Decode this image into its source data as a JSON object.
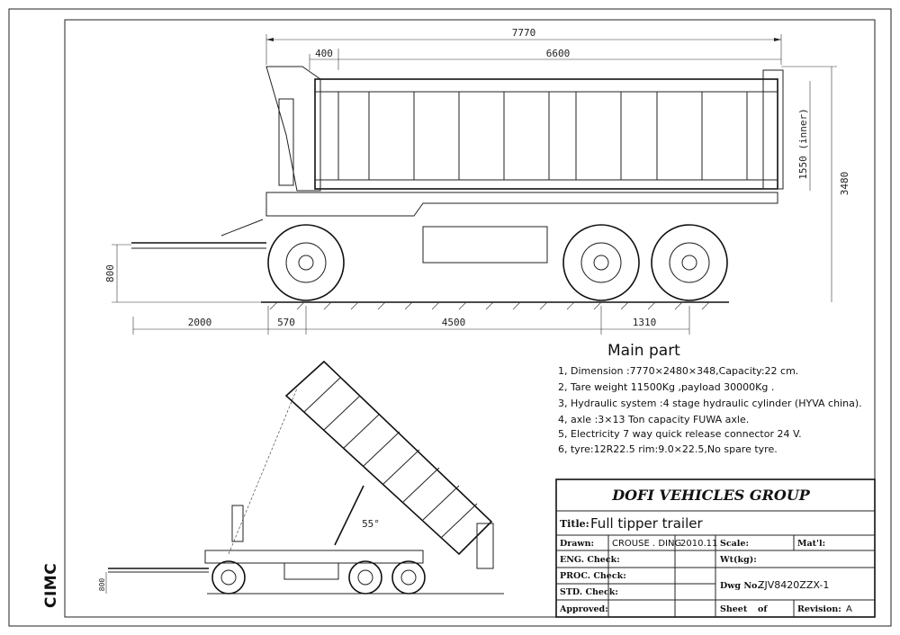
{
  "logo": "CIMC",
  "dimensions": {
    "overall_length": "7770",
    "front_offset": "400",
    "body_length": "6600",
    "inner_height": "1550 (inner)",
    "overall_height": "3480",
    "coupling_height": "800",
    "drawbar": "2000",
    "front_axle_offset": "570",
    "wheelbase": "4500",
    "rear_overhang": "1310",
    "small_height": "800",
    "tip_angle": "55°"
  },
  "main_part": {
    "heading": "Main part",
    "items": [
      "1, Dimension :7770×2480×348,Capacity:22 cm.",
      "2, Tare weight 11500Kg ,payload 30000Kg .",
      "3, Hydraulic system :4 stage hydraulic cylinder (HYVA  china).",
      "4, axle :3×13 Ton capacity FUWA  axle.",
      "5,  Electricity 7 way quick release connector 24 V.",
      "6, tyre:12R22.5 rim:9.0×22.5,No spare tyre."
    ]
  },
  "title_block": {
    "company": "DOFI VEHICLES GROUP",
    "title_label": "Title:",
    "title_value": "Full  tipper  trailer",
    "drawn_label": "Drawn:",
    "drawn_name": "CROUSE . DING",
    "drawn_date": "2010.11",
    "scale_label": "Scale:",
    "mat_label": "Mat'l:",
    "eng_label": "ENG. Check:",
    "wt_label": "Wt(kg):",
    "proc_label": "PROC. Check:",
    "dwg_label": "Dwg No.:",
    "dwg_value": "ZJV8420ZZX-1",
    "std_label": "STD. Check:",
    "approved_label": "Approved:",
    "sheet_label": "Sheet",
    "of_label": "of",
    "revision_label": "Revision:",
    "revision_value": "A"
  }
}
